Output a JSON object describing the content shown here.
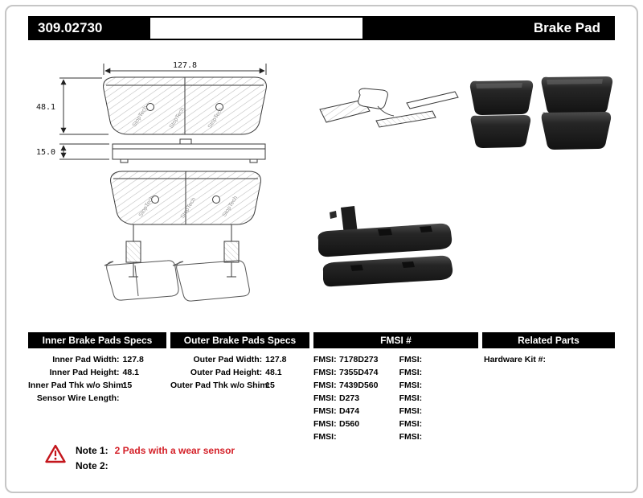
{
  "header": {
    "part_number": "309.02730",
    "product_name": "Brake Pad"
  },
  "diagram": {
    "width_label": "127.8",
    "height_label": "48.1",
    "thickness_label": "15.0",
    "watermark": "StopTech"
  },
  "specs": {
    "inner": {
      "title": "Inner Brake Pads Specs",
      "rows": [
        {
          "label": "Inner Pad Width:",
          "value": "127.8"
        },
        {
          "label": "Inner Pad Height:",
          "value": "48.1"
        },
        {
          "label": "Inner Pad Thk w/o Shim:",
          "value": "15"
        },
        {
          "label": "Sensor Wire Length:",
          "value": ""
        }
      ]
    },
    "outer": {
      "title": "Outer Brake Pads Specs",
      "rows": [
        {
          "label": "Outer Pad Width:",
          "value": "127.8"
        },
        {
          "label": "Outer Pad Height:",
          "value": "48.1"
        },
        {
          "label": "Outer Pad Thk w/o Shim:",
          "value": "15"
        }
      ]
    },
    "fmsi": {
      "title": "FMSI #",
      "left_rows": [
        {
          "label": "FMSI:",
          "value": "7178D273"
        },
        {
          "label": "FMSI:",
          "value": "7355D474"
        },
        {
          "label": "FMSI:",
          "value": "7439D560"
        },
        {
          "label": "FMSI:",
          "value": "D273"
        },
        {
          "label": "FMSI:",
          "value": "D474"
        },
        {
          "label": "FMSI:",
          "value": "D560"
        },
        {
          "label": "FMSI:",
          "value": ""
        }
      ],
      "right_rows": [
        {
          "label": "FMSI:",
          "value": ""
        },
        {
          "label": "FMSI:",
          "value": ""
        },
        {
          "label": "FMSI:",
          "value": ""
        },
        {
          "label": "FMSI:",
          "value": ""
        },
        {
          "label": "FMSI:",
          "value": ""
        },
        {
          "label": "FMSI:",
          "value": ""
        },
        {
          "label": "FMSI:",
          "value": ""
        }
      ]
    },
    "related": {
      "title": "Related Parts",
      "rows": [
        {
          "label": "Hardware Kit #:",
          "value": ""
        }
      ]
    }
  },
  "notes": {
    "note1_label": "Note 1:",
    "note1_text": "2 Pads with a wear sensor",
    "note2_label": "Note 2:",
    "note2_text": "",
    "accent_red": "#d42028"
  }
}
